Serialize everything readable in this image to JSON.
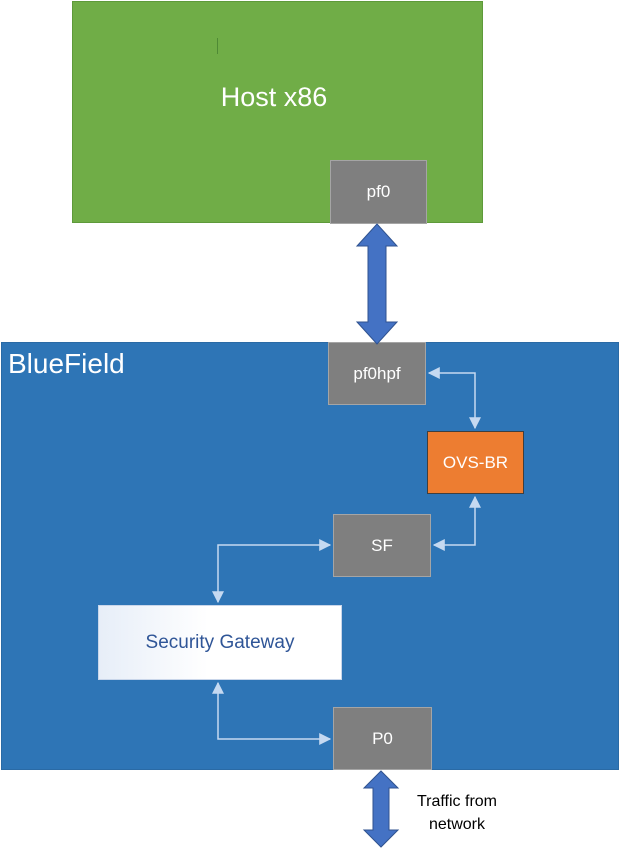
{
  "host": {
    "title": "Host x86",
    "color": "#70ad47"
  },
  "bluefield": {
    "title": "BlueField",
    "color": "#2e75b6"
  },
  "ports": {
    "pf0": "pf0",
    "pf0hpf": "pf0hpf",
    "sf": "SF",
    "p0": "P0"
  },
  "ovs_bridge": {
    "label": "OVS-BR",
    "color": "#ed7d31"
  },
  "security_gateway": {
    "label": "Security Gateway"
  },
  "traffic_label": "Traffic from network",
  "connections": [
    {
      "from": "pf0",
      "to": "pf0hpf",
      "style": "thick-double-arrow"
    },
    {
      "from": "pf0hpf",
      "to": "ovs_bridge",
      "style": "thin-double-arrow"
    },
    {
      "from": "sf",
      "to": "ovs_bridge",
      "style": "thin-double-arrow"
    },
    {
      "from": "sf",
      "to": "security_gateway",
      "style": "thin-double-arrow"
    },
    {
      "from": "security_gateway",
      "to": "p0",
      "style": "thin-double-arrow"
    },
    {
      "from": "p0",
      "to": "network",
      "style": "thick-double-arrow"
    }
  ]
}
